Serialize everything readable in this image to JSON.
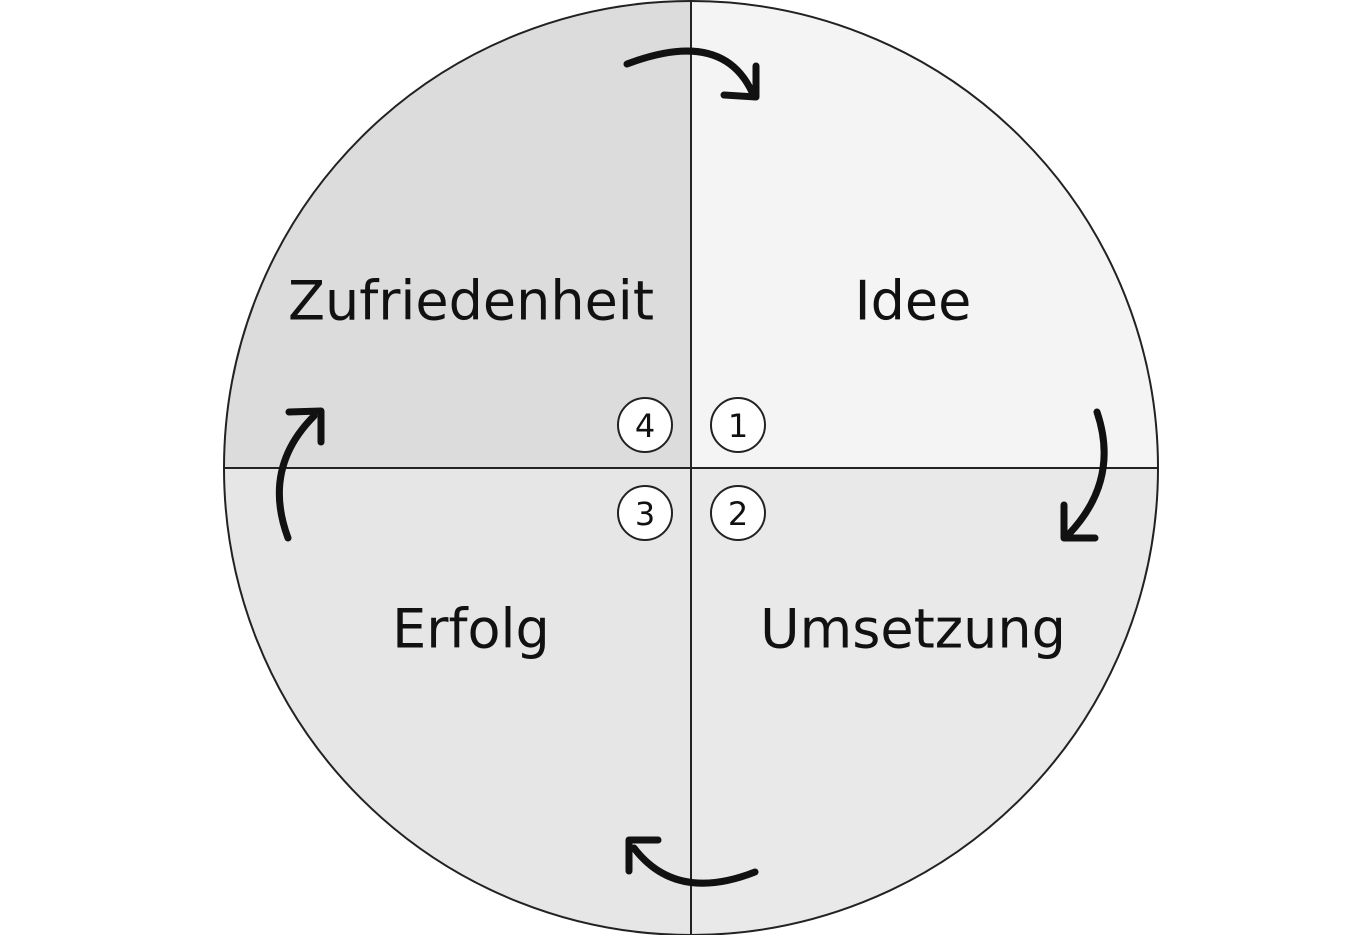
{
  "quadrants": [
    {
      "id": "idee",
      "label": "Idee",
      "step": "1",
      "fill": "#f4f4f4"
    },
    {
      "id": "umsetzung",
      "label": "Umsetzung",
      "step": "2",
      "fill": "#e9e9e9"
    },
    {
      "id": "erfolg",
      "label": "Erfolg",
      "step": "3",
      "fill": "#e6e6e6"
    },
    {
      "id": "zufriedenheit",
      "label": "Zufriedenheit",
      "step": "4",
      "fill": "#dcdcdc"
    }
  ],
  "colors": {
    "outline": "#222222",
    "text": "#111111",
    "arrow": "#111111",
    "step_circle_fill": "#ffffff"
  },
  "arrow_direction": "clockwise",
  "icons": [
    "curved-arrow-icon"
  ]
}
